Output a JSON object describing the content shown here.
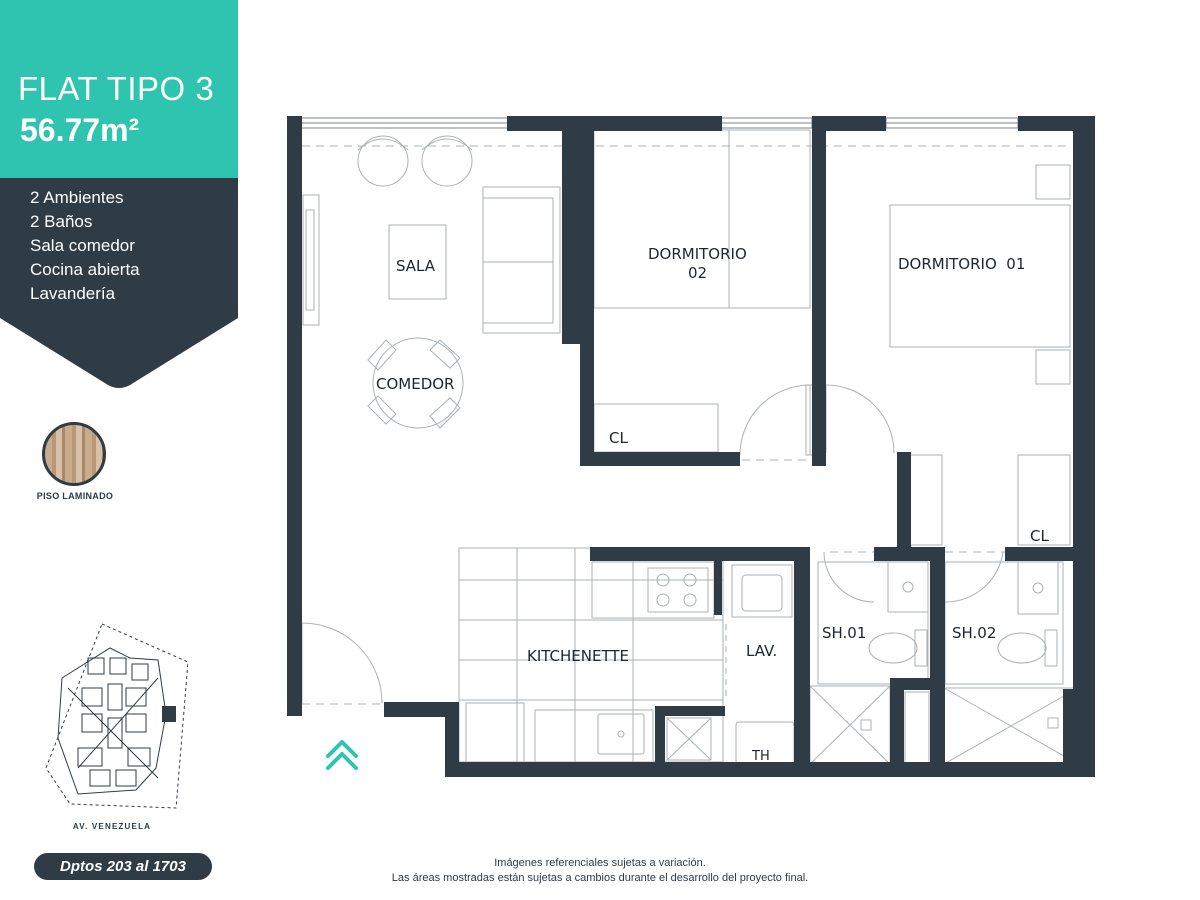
{
  "header": {
    "title": "FLAT TIPO 3",
    "area": "56.77m²"
  },
  "features": [
    "2 Ambientes",
    "2 Baños",
    "Sala comedor",
    "Cocina abierta",
    "Lavandería"
  ],
  "finish": {
    "label": "PISO LAMINADO"
  },
  "location": {
    "street": "AV. VENEZUELA"
  },
  "units": "Dptos 203 al 1703",
  "disclaimer": {
    "line1": "Imágenes referenciales sujetas a variación.",
    "line2": "Las áreas mostradas están sujetas a cambios durante el desarrollo del proyecto final."
  },
  "rooms": {
    "sala": "SALA",
    "comedor": "COMEDOR",
    "dormitorio_02_a": "DORMITORIO",
    "dormitorio_02_b": "02",
    "dormitorio_01": "DORMITORIO  01",
    "cl_02": "CL",
    "cl_01": "CL",
    "kitchenette": "KITCHENETTE",
    "lav": "LAV.",
    "sh01": "SH.01",
    "sh02": "SH.02",
    "th": "TH"
  },
  "colors": {
    "accent": "#2ec4b0",
    "dark": "#2f3b45"
  },
  "icons": [
    "double-chevron-up-icon"
  ]
}
